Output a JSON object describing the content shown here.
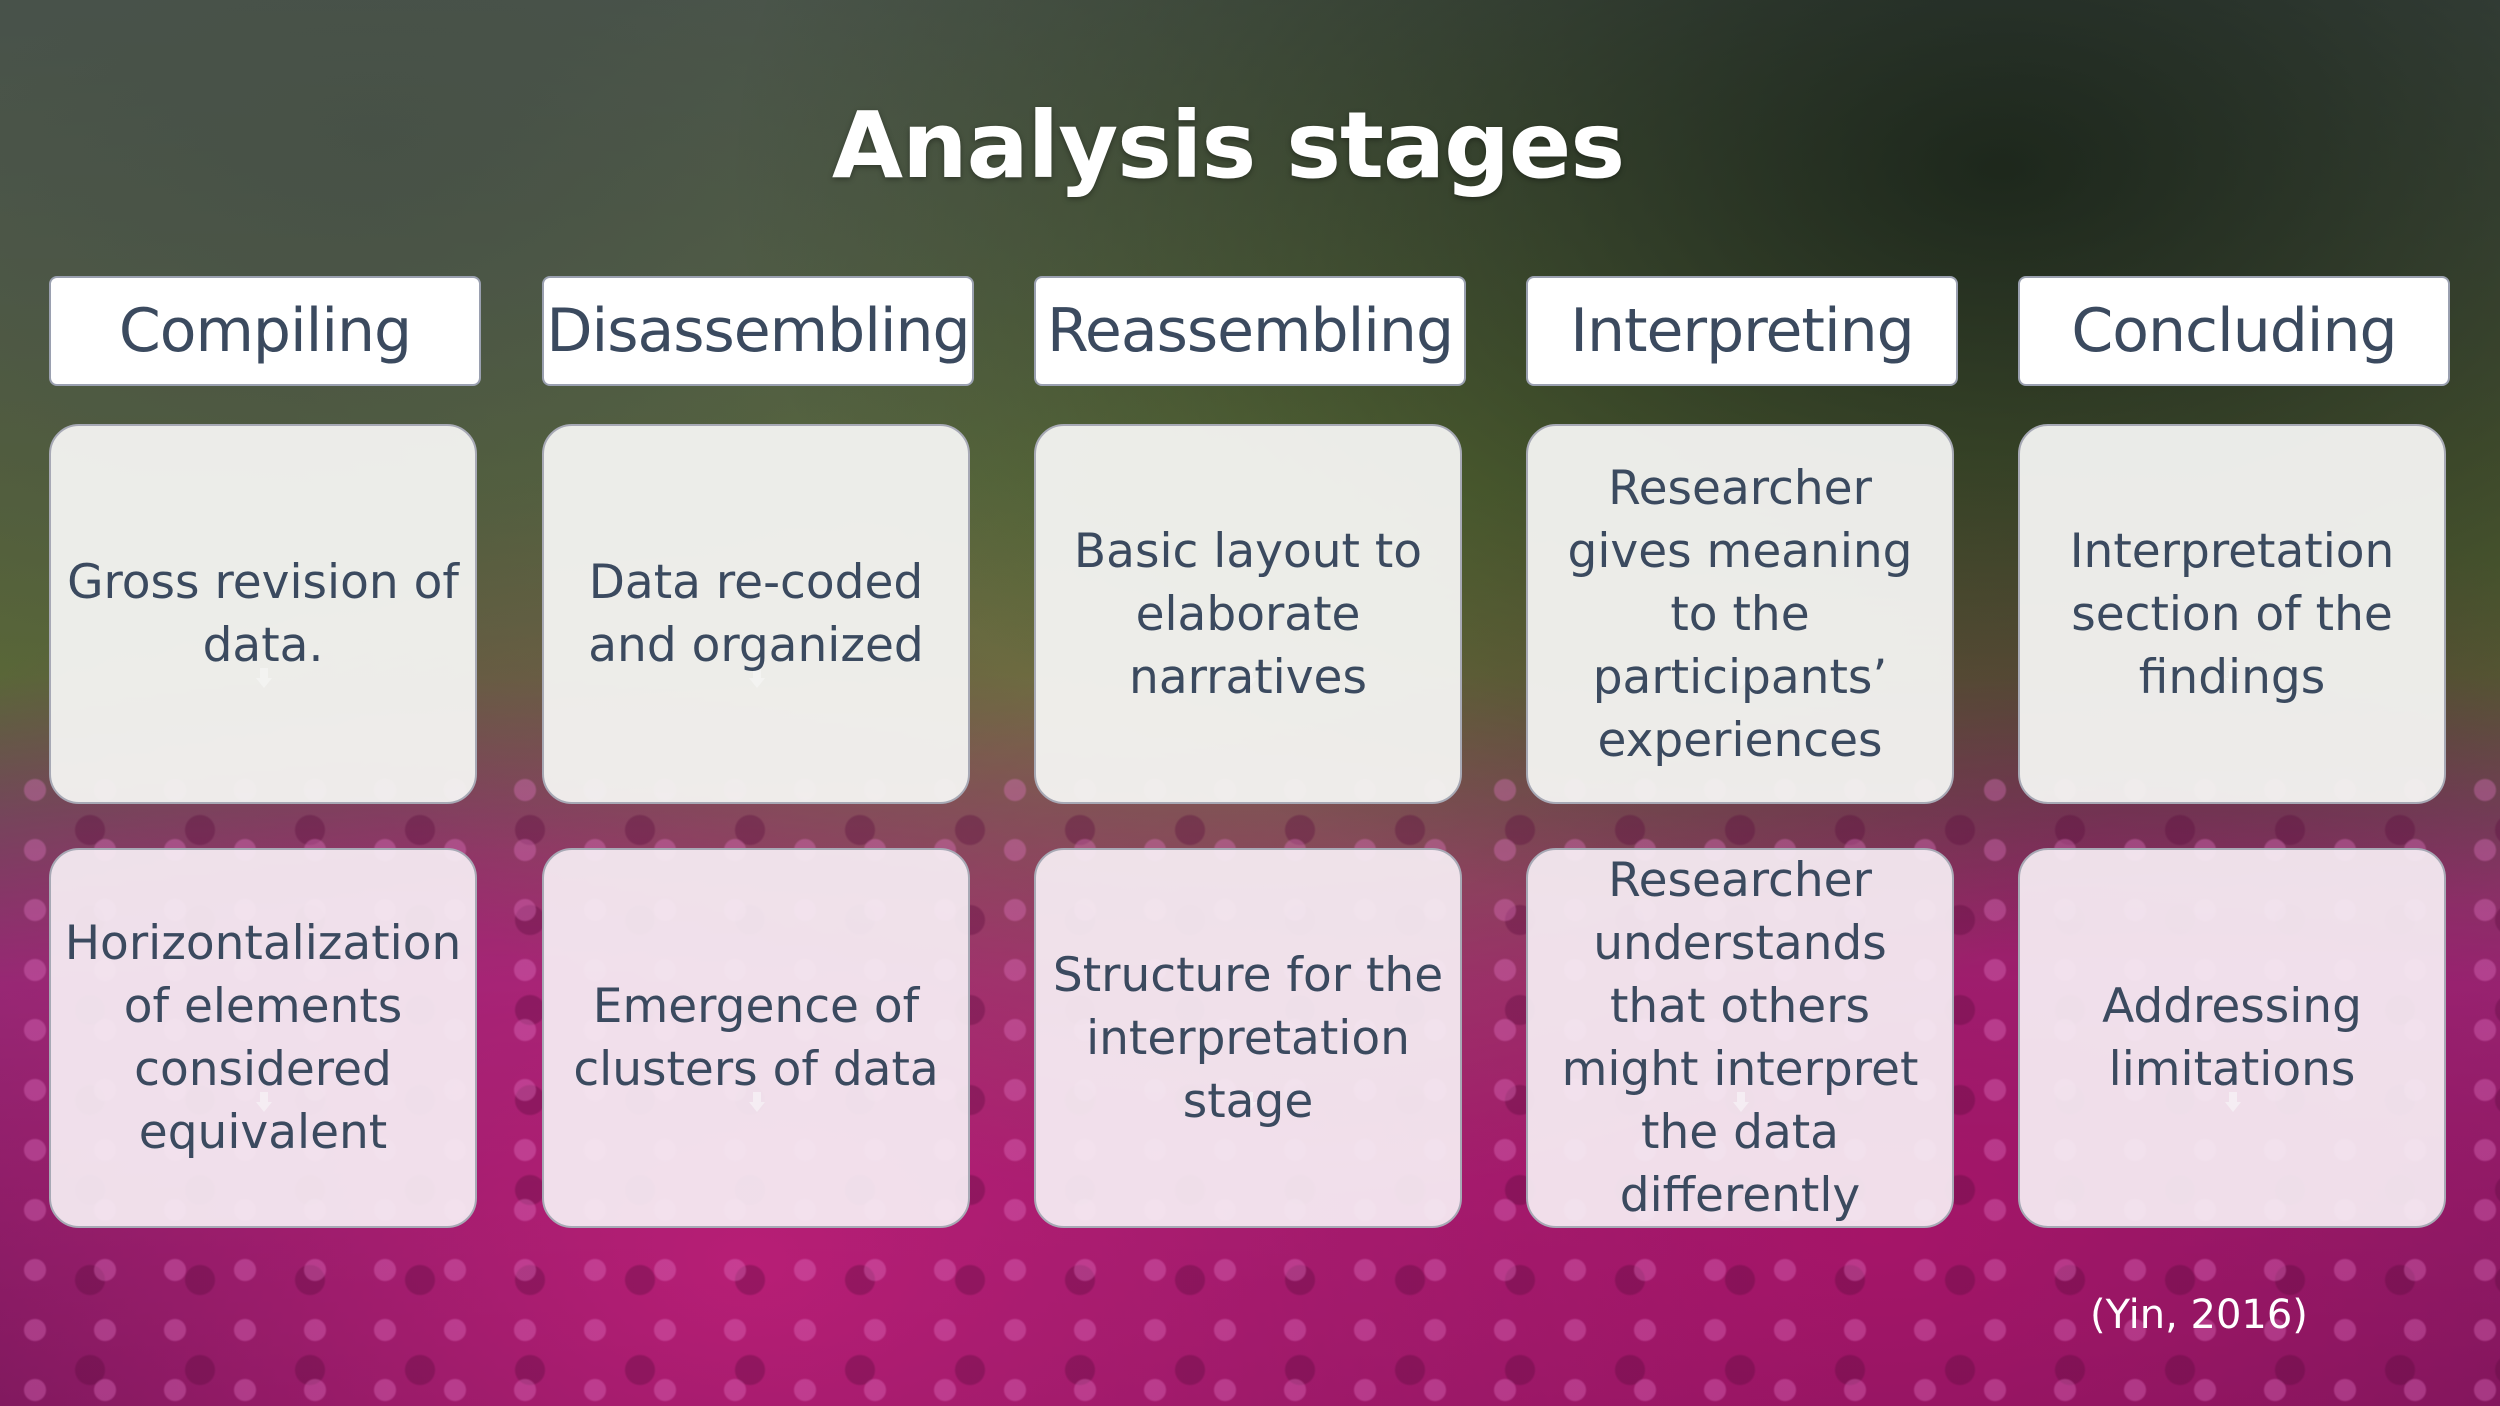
{
  "title": "Analysis stages",
  "stages": [
    {
      "name": "Compiling",
      "description": "Gross revision of data.",
      "detail": "Horizontalization of elements considered equivalent"
    },
    {
      "name": "Disassembling",
      "description": "Data re-coded and organized",
      "detail": "Emergence of clusters of data"
    },
    {
      "name": "Reassembling",
      "description": "Basic layout to elaborate narratives",
      "detail": "Structure for the interpretation stage"
    },
    {
      "name": "Interpreting",
      "description": "Researcher gives meaning to the participants’ experiences",
      "detail": "Researcher understands that others might interpret the data differently"
    },
    {
      "name": "Concluding",
      "description": "Interpretation section of the findings",
      "detail": "Addressing limitations"
    }
  ],
  "citation": "(Yin, 2016)"
}
